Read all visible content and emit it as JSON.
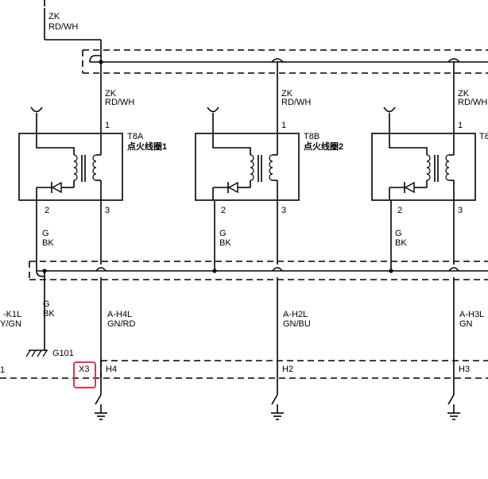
{
  "top_wire": {
    "code": "ZK",
    "color": "RD/WH"
  },
  "coils": [
    {
      "feed_code": "ZK",
      "feed_color": "RD/WH",
      "connector": "T8A",
      "name": "点火线圈1",
      "pin_feed": "1",
      "pin_gnd": "2",
      "pin_out": "3",
      "gnd_code": "G",
      "gnd_color": "BK",
      "signal_code": "A-H4L",
      "signal_color": "GN/RD",
      "connector_pin": "H4"
    },
    {
      "feed_code": "ZK",
      "feed_color": "RD/WH",
      "connector": "T8B",
      "name": "点火线圈2",
      "pin_feed": "1",
      "pin_gnd": "2",
      "pin_out": "3",
      "gnd_code": "G",
      "gnd_color": "BK",
      "signal_code": "A-H2L",
      "signal_color": "GN/BU",
      "connector_pin": "H2"
    },
    {
      "feed_code": "ZK",
      "feed_color": "RD/WH",
      "connector": "T8",
      "name": "",
      "pin_feed": "1",
      "pin_gnd": "2",
      "pin_out": "3",
      "gnd_code": "G",
      "gnd_color": "BK",
      "signal_code": "A-H3L",
      "signal_color": "GN",
      "connector_pin": "H3"
    }
  ],
  "ground_branch": {
    "code": "G",
    "color": "BK",
    "ground_id": "G101",
    "connector_pin": "X3"
  },
  "left_edge": {
    "code": "-K1L",
    "color": "Y/GN",
    "pin": "1"
  }
}
